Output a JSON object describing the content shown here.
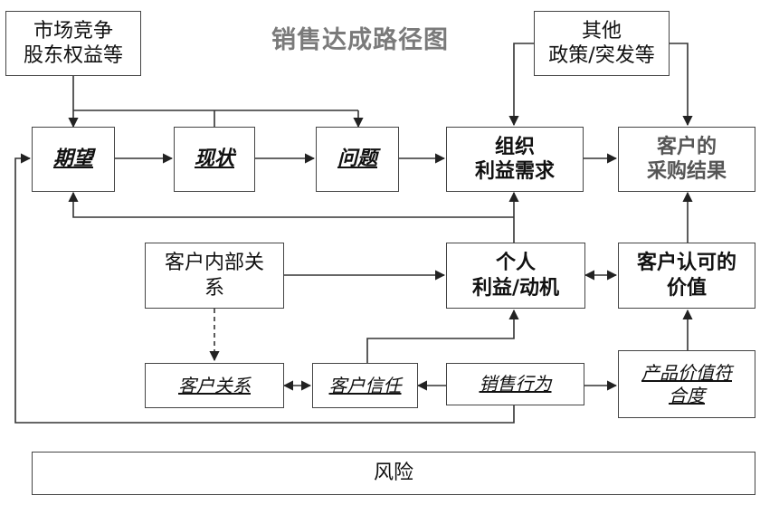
{
  "title": "销售达成路径图",
  "nodes": {
    "market": [
      "市场竞争",
      "股东权益等"
    ],
    "other": [
      "其他",
      "政策/突发等"
    ],
    "expectation": "期望",
    "current": "现状",
    "problem": "问题",
    "org_needs": [
      "组织",
      "利益需求"
    ],
    "purchase_result": [
      "客户的",
      "采购结果"
    ],
    "internal_relations": [
      "客户内部关",
      "系"
    ],
    "personal_interest": [
      "个人",
      "利益/动机"
    ],
    "recognized_value": [
      "客户认可的",
      "价值"
    ],
    "customer_relation": "客户关系",
    "customer_trust": "客户信任",
    "sales_behavior": "销售行为",
    "product_fit": [
      "产品价值符",
      "合度"
    ],
    "risk": "风险"
  }
}
